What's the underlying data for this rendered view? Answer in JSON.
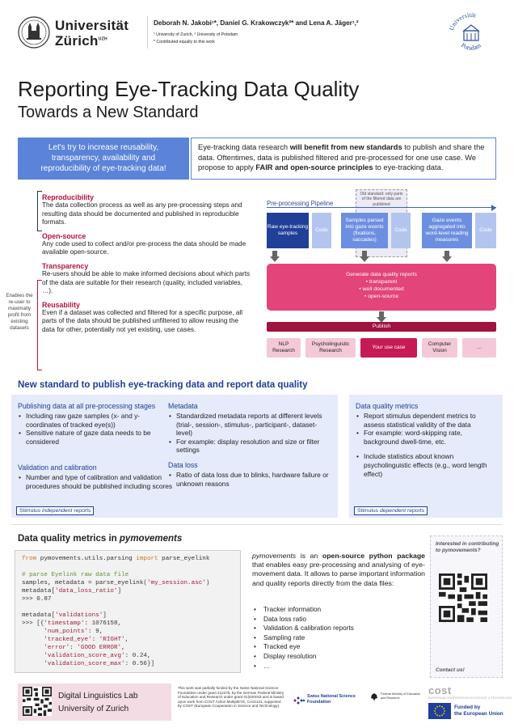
{
  "header": {
    "university_line1": "Universität",
    "university_line2": "Zürich",
    "university_sup": "UZH",
    "authors": "Deborah N. Jakobi¹*, Daniel G. Krakowczyk²* and Lena A. Jäger¹,²",
    "affiliations": "¹ University of Zurich, ² University of Potsdam",
    "contribution_note": "* Contributed equally to this work",
    "potsdam_text_top": "Universität",
    "potsdam_text_bottom": "Potsdam"
  },
  "title": "Reporting Eye-Tracking Data Quality",
  "subtitle": "Towards a New Standard",
  "intro": {
    "callout": "Let's try to increase reusability, transparency, availability and reproducibility of eye-tracking data!",
    "text_part1": "Eye-tracking data research ",
    "text_bold1": "will benefit from new standards",
    "text_part2": " to publish and share the data. Oftentimes, data is published filtered and pre-processed for one use case. We propose to apply ",
    "text_bold2": "FAIR and open-source principles",
    "text_part3": " to eye-tracking data."
  },
  "principles": [
    {
      "title": "Reproducibility",
      "text": "The data collection process as well as any pre-processing steps and resulting data should be documented and published in reproducible formats."
    },
    {
      "title": "Open-source",
      "text": "Any code used to collect and/or pre-process the data should be made available open-source."
    },
    {
      "title": "Transparency",
      "text": "Re-users should be able to make informed decisions about which parts of the data are suitable for their research (quality, included variables, …)."
    },
    {
      "title": "Reusability",
      "text": "Even if a dataset was collected and filtered for a specific purpose, all parts of the data should be published unfiltered to allow reusing the data for other, potentially not yet existing, use cases."
    }
  ],
  "enables_note": "Enables the re-user to maximally profit from existing datasets",
  "pipeline": {
    "label": "Pre-processing Pipeline",
    "old_standard": "Old standard: only parts of the filtered data are published",
    "raw": "Raw eye-tracking samples",
    "code": "Code",
    "samples": "Samples parsed into gaze events (fixations, saccades)",
    "events": "Gaze events aggregated into word-level reading measures",
    "dq_title": "Generate data quality reports",
    "dq_items": [
      "transparent",
      "well documented",
      "open-source"
    ],
    "publish": "Publish",
    "use_cases": [
      "NLP Research",
      "Psycholinguistic Research",
      "Your use case",
      "Computer Vision",
      "…"
    ]
  },
  "new_standard": {
    "heading": "New standard to publish eye-tracking data and report data quality",
    "publishing_title": "Publishing data at all pre-processing stages",
    "publishing_items": [
      "Including raw gaze samples (x- and y-coordinates of tracked eye(s))",
      "Sensitive nature of gaze data needs to be considered"
    ],
    "validation_title": "Validation and calibration",
    "validation_items": [
      "Number and type of calibration and validation procedures should be published including scores"
    ],
    "metadata_title": "Metadata",
    "metadata_items": [
      "Standardized metadata reports at different levels (trial-, session-, stimulus-, participant-, dataset-level)",
      "For example: display resolution and size or filter settings"
    ],
    "dataloss_title": "Data loss",
    "dataloss_items": [
      "Ratio of data loss due to blinks, hardware failure or unknown reasons"
    ],
    "stim_independent_prefix": "Stimulus ",
    "stim_independent_em": "independent",
    "stim_independent_suffix": " reports",
    "dq_metrics_title": "Data quality metrics",
    "dq_metrics_items": [
      "Report stimulus dependent metrics to assess statistical validity of the data",
      "For example: word-skipping rate, background dwell-time, etc.",
      "Include statistics about known psycholinguistic effects (e.g., word length effect)"
    ],
    "stim_dependent_prefix": "Stimulus ",
    "stim_dependent_em": "dependent",
    "stim_dependent_suffix": " reports"
  },
  "pymovements": {
    "heading_prefix": "Data quality metrics in ",
    "heading_em": "pymovements",
    "code": {
      "l1_kw1": "from",
      "l1_mod": " pymovements.utils.parsing ",
      "l1_kw2": "import",
      "l1_fn": " parse_eyelink",
      "l2": "# parse Eyelink raw data file",
      "l3a": "samples, metadata = parse_eyelink(",
      "l3s": "'my_session.asc'",
      "l3b": ")",
      "l4a": "metadata[",
      "l4s": "'data_loss_ratio'",
      "l4b": "]",
      "l5": ">>> 0.87",
      "l6a": "metadata[",
      "l6s": "'validations'",
      "l6b": "]",
      "l7a": ">>> [{",
      "l7s": "'timestamp'",
      "l7b": ": 1076158,",
      "l8s": "'num_points'",
      "l8b": ": 9,",
      "l9s": "'tracked_eye'",
      "l9b": ": ",
      "l9v": "'RIGHT'",
      "l9c": ",",
      "l10s": "'error'",
      "l10b": ": ",
      "l10v": "'GOOD ERROR'",
      "l10c": ",",
      "l11s": "'validation_score_avg'",
      "l11b": ": 0.24,",
      "l12s": "'validation_score_max'",
      "l12b": ": 0.56}]"
    },
    "desc_em": "pymovements",
    "desc_part1": " is an ",
    "desc_bold": "open-source python package",
    "desc_part2": " that enables easy pre-processing and analysing of eye-movement data. It allows to parse important information and quality reports directly from the data files:",
    "features": [
      "Tracker information",
      "Data loss ratio",
      "Validation & calibration reports",
      "Sampling rate",
      "Tracked eye",
      "Display resolution",
      "…"
    ],
    "contrib_question": "Interested in contributing to pymovements?",
    "contact": "Contact us!"
  },
  "footer": {
    "lab_name": "Digital Linguistics Lab",
    "lab_uni": "University of Zurich",
    "funding_note": "This work was partially funded by the Swiss National Science Foundation under grant 212276, by the German Federal Ministry of Education and Research under grant 01|S20043 and is based upon work from COST Action MultiplEYE, CA21131, supported by COST (European Cooperation in Science and Technology).",
    "snsf": "Swiss National Science Foundation",
    "bmbf": "Federal Ministry of Education and Research",
    "cost": "cost",
    "cost_sub": "EUROPEAN COOPERATION IN SCIENCE & TECHNOLOGY",
    "eu_line1": "Funded by",
    "eu_line2": "the European Union"
  },
  "colors": {
    "accent_blue": "#5b83d8",
    "dark_blue": "#1f3f98",
    "crimson": "#b8123c",
    "pink": "#e3447a"
  }
}
